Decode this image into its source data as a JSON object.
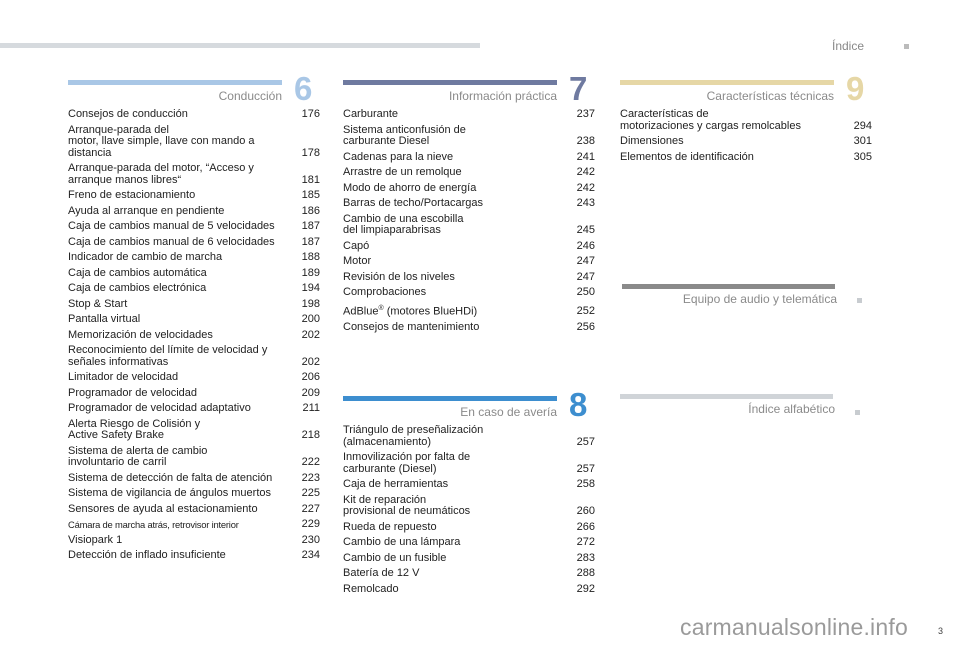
{
  "header": {
    "title": "Índice"
  },
  "colors": {
    "s6": "#a9c7e6",
    "s7": "#6f7aa0",
    "s8": "#3d8ecf",
    "s9": "#e6d7a6",
    "audio": "#8a8a8a",
    "index": "#d0d4d8"
  },
  "sections": {
    "s6": {
      "number": "6",
      "title": "Conducción",
      "entries": [
        {
          "t": "Consejos de conducción",
          "p": "176"
        },
        {
          "t": "Arranque-parada del\nmotor, llave simple, llave con mando a\ndistancia",
          "p": "178"
        },
        {
          "t": "Arranque-parada del motor, “Acceso y\narranque manos libres“",
          "p": "181"
        },
        {
          "t": "Freno de estacionamiento",
          "p": "185"
        },
        {
          "t": "Ayuda al arranque en pendiente",
          "p": "186"
        },
        {
          "t": "Caja de cambios manual de 5 velocidades",
          "p": "187"
        },
        {
          "t": "Caja de cambios manual de 6 velocidades",
          "p": "187"
        },
        {
          "t": "Indicador de cambio de marcha",
          "p": "188"
        },
        {
          "t": "Caja de cambios automática",
          "p": "189"
        },
        {
          "t": "Caja de cambios electrónica",
          "p": "194"
        },
        {
          "t": "Stop & Start",
          "p": "198"
        },
        {
          "t": "Pantalla virtual",
          "p": "200"
        },
        {
          "t": "Memorización de velocidades",
          "p": "202"
        },
        {
          "t": "Reconocimiento del límite de velocidad y\nseñales informativas",
          "p": "202"
        },
        {
          "t": "Limitador de velocidad",
          "p": "206"
        },
        {
          "t": "Programador de velocidad",
          "p": "209"
        },
        {
          "t": "Programador de velocidad adaptativo",
          "p": "211"
        },
        {
          "t": "Alerta Riesgo de Colisión y\nActive Safety Brake",
          "p": "218"
        },
        {
          "t": "Sistema de alerta de cambio\ninvoluntario de carril",
          "p": "222"
        },
        {
          "t": "Sistema de detección de falta de atención",
          "p": "223"
        },
        {
          "t": "Sistema de vigilancia de ángulos muertos",
          "p": "225"
        },
        {
          "t": "Sensores de ayuda al estacionamiento",
          "p": "227"
        },
        {
          "t": "Cámara de marcha atrás, retrovisor interior",
          "p": "229",
          "small": true
        },
        {
          "t": "Visiopark 1",
          "p": "230"
        },
        {
          "t": "Detección de inflado insuficiente",
          "p": "234"
        }
      ]
    },
    "s7": {
      "number": "7",
      "title": "Información práctica",
      "entries": [
        {
          "t": "Carburante",
          "p": "237"
        },
        {
          "t": "Sistema anticonfusión de\ncarburante Diesel",
          "p": "238"
        },
        {
          "t": "Cadenas para la nieve",
          "p": "241"
        },
        {
          "t": "Arrastre de un remolque",
          "p": "242"
        },
        {
          "t": "Modo de ahorro de energía",
          "p": "242"
        },
        {
          "t": "Barras de techo/Portacargas",
          "p": "243"
        },
        {
          "t": "Cambio de una escobilla\ndel limpiaparabrisas",
          "p": "245"
        },
        {
          "t": "Capó",
          "p": "246"
        },
        {
          "t": "Motor",
          "p": "247"
        },
        {
          "t": "Revisión de los niveles",
          "p": "247"
        },
        {
          "t": "Comprobaciones",
          "p": "250"
        },
        {
          "t": "AdBlue® (motores BlueHDi)",
          "p": "252"
        },
        {
          "t": "Consejos de mantenimiento",
          "p": "256"
        }
      ]
    },
    "s8": {
      "number": "8",
      "title": "En caso de avería",
      "entries": [
        {
          "t": "Triángulo de preseñalización\n(almacenamiento)",
          "p": "257"
        },
        {
          "t": "Inmovilización por falta de\ncarburante (Diesel)",
          "p": "257"
        },
        {
          "t": "Caja de herramientas",
          "p": "258"
        },
        {
          "t": "Kit de reparación\nprovisional de neumáticos",
          "p": "260"
        },
        {
          "t": "Rueda de repuesto",
          "p": "266"
        },
        {
          "t": "Cambio de una lámpara",
          "p": "272"
        },
        {
          "t": "Cambio de un fusible",
          "p": "283"
        },
        {
          "t": "Batería de 12 V",
          "p": "288"
        },
        {
          "t": "Remolcado",
          "p": "292"
        }
      ]
    },
    "s9": {
      "number": "9",
      "title": "Características técnicas",
      "entries": [
        {
          "t": "Características de\nmotorizaciones y cargas remolcables",
          "p": "294"
        },
        {
          "t": "Dimensiones",
          "p": "301"
        },
        {
          "t": "Elementos de identificación",
          "p": "305"
        }
      ]
    },
    "audio": {
      "title": "Equipo de audio y telemática"
    },
    "index": {
      "title": "Índice alfabético"
    }
  },
  "footer": {
    "page": "3",
    "watermark": "carmanualsonline.info"
  }
}
